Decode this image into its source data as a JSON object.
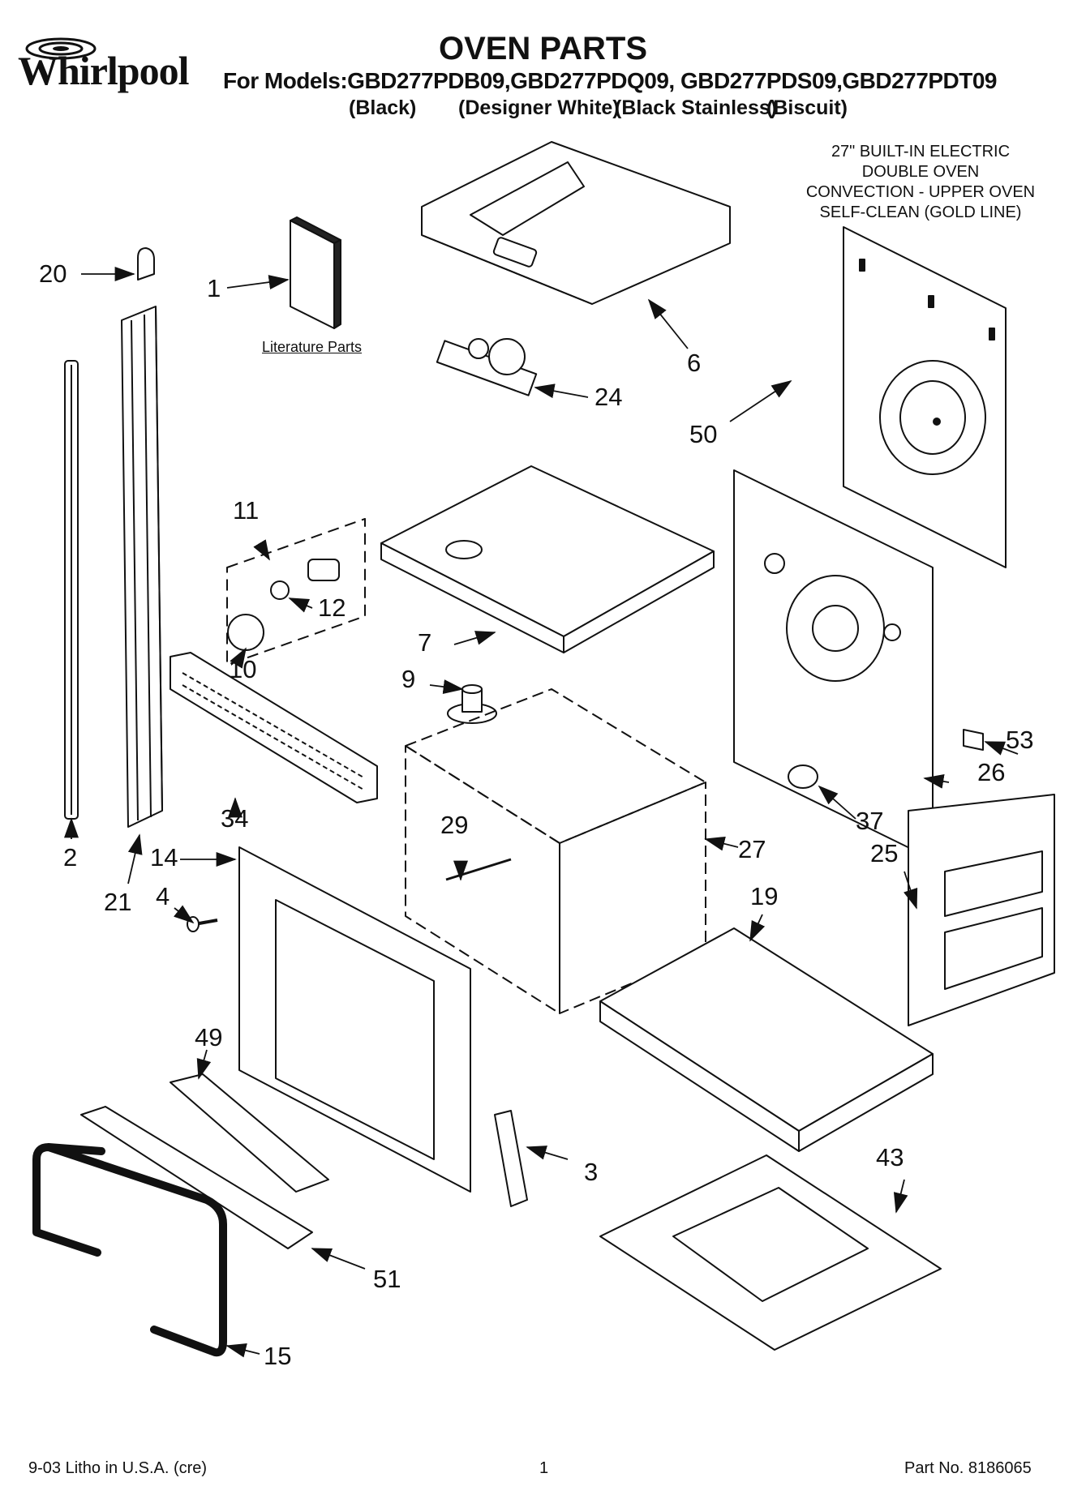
{
  "header": {
    "brand": "Whirlpool",
    "title": "OVEN PARTS",
    "models_line": "For Models:GBD277PDB09,GBD277PDQ09, GBD277PDS09,GBD277PDT09",
    "variants": [
      "(Black)",
      "(Designer White)",
      "(Black Stainless)",
      "(Biscuit)"
    ]
  },
  "description": [
    "27\" BUILT-IN ELECTRIC",
    "DOUBLE OVEN",
    "CONVECTION - UPPER OVEN",
    "SELF-CLEAN (GOLD LINE)"
  ],
  "literature_label": "Literature Parts",
  "callouts": {
    "c1": "1",
    "c2": "2",
    "c3": "3",
    "c4": "4",
    "c6": "6",
    "c7": "7",
    "c9": "9",
    "c10": "10",
    "c11": "11",
    "c12": "12",
    "c14": "14",
    "c15": "15",
    "c19": "19",
    "c20": "20",
    "c21": "21",
    "c24": "24",
    "c25": "25",
    "c26": "26",
    "c27": "27",
    "c29": "29",
    "c34": "34",
    "c37": "37",
    "c43": "43",
    "c49": "49",
    "c50": "50",
    "c51": "51",
    "c53": "53"
  },
  "footer": {
    "litho": "9-03 Litho in U.S.A. (cre)",
    "page": "1",
    "part_no": "Part No. 8186065"
  }
}
